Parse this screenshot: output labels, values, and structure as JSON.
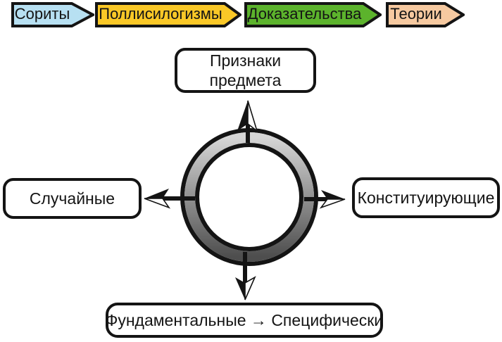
{
  "flow_banners": {
    "items": [
      {
        "label": "Сориты",
        "color": "#b7e0f2"
      },
      {
        "label": "Поллисилогизмы",
        "color": "#fac827"
      },
      {
        "label": "Доказательства",
        "color": "#5cb32c"
      },
      {
        "label": "Теории",
        "color": "#f6c9a0"
      }
    ]
  },
  "diagram": {
    "nodes": {
      "top": "Признаки предмета",
      "left": "Случайные",
      "right": "Конституирующие",
      "bottom": "Фундаментальные → Специфически"
    }
  },
  "colors": {
    "outline": "#141414",
    "ring_light": "#d6d6d6",
    "ring_dark": "#4e4e4e",
    "background": "#ffffff"
  }
}
